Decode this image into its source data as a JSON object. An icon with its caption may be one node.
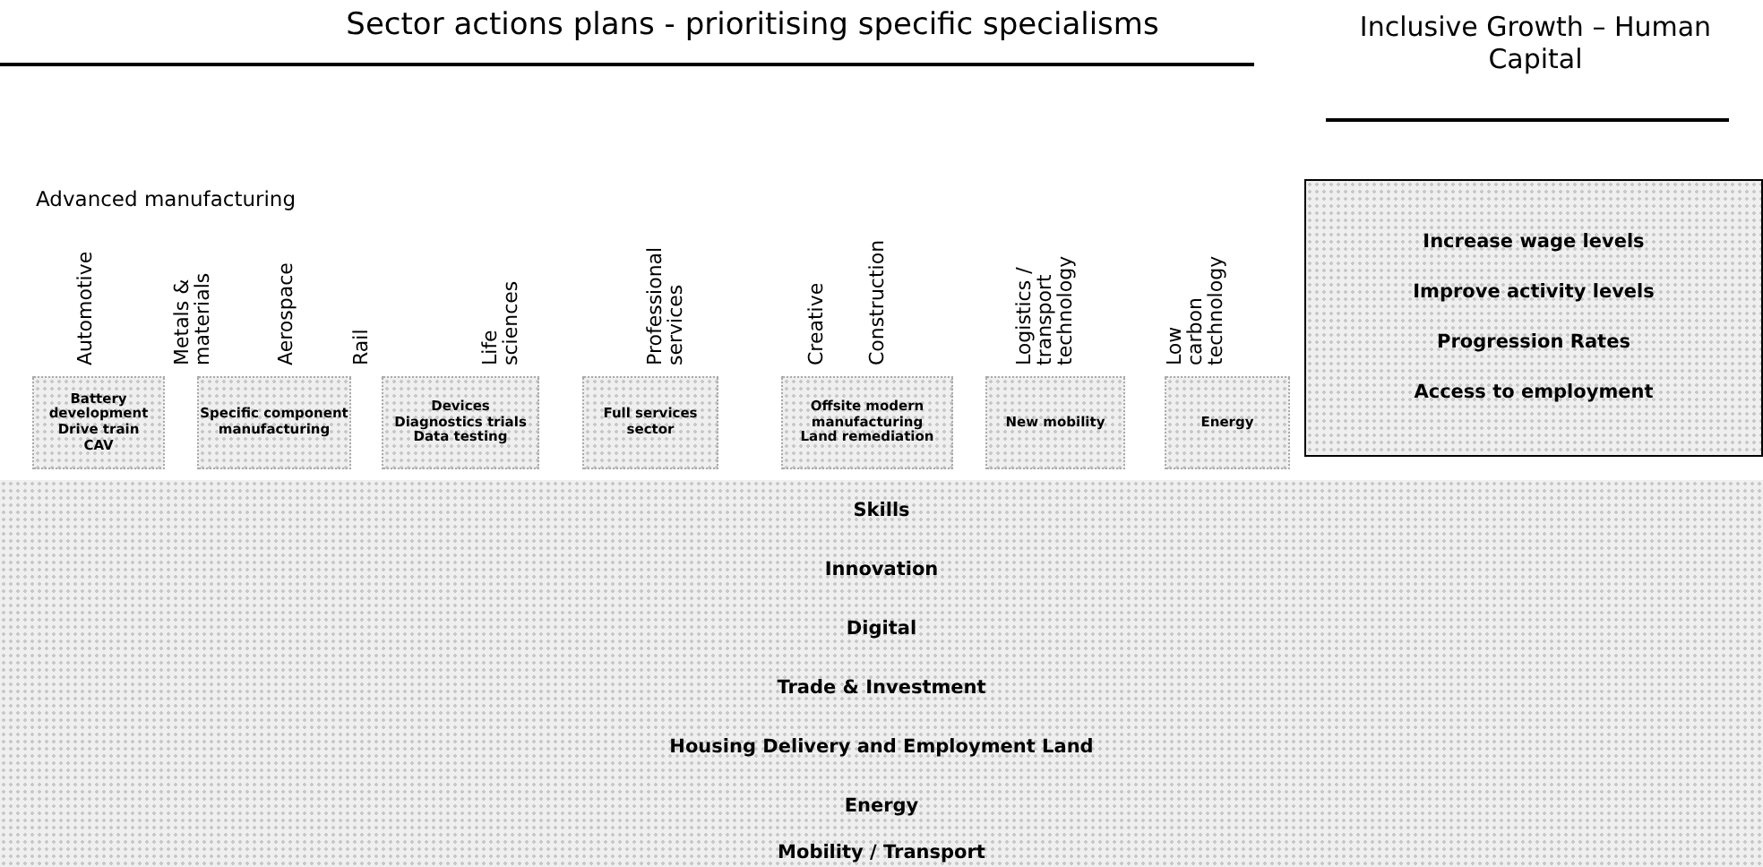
{
  "diagram": {
    "nodes": [
      {
        "text": [
          "Battery development",
          "Drive train",
          "CAV"
        ]
      },
      {
        "text": [
          "Specific component manufacturing"
        ]
      },
      {
        "text": [
          "Devices",
          "Diagnostics trials",
          "Data testing"
        ]
      },
      {
        "text": [
          "Full services sector"
        ]
      },
      {
        "text": [
          "Offsite modern manufacturing",
          "Land remediation"
        ]
      },
      {
        "text": [
          "New mobility"
        ]
      },
      {
        "text": [
          "Energy"
        ]
      },
      {
        "text": [
          "Increase wage levels",
          "Improve activity levels",
          "Progression Rates",
          "Access to employment"
        ]
      },
      {
        "text": [
          "Skills"
        ]
      },
      {
        "text": [
          "Innovation"
        ]
      },
      {
        "text": [
          "Digital"
        ]
      },
      {
        "text": [
          "Trade & Investment"
        ]
      },
      {
        "text": [
          "Housing Delivery and Employment Land"
        ]
      },
      {
        "text": [
          "Energy"
        ]
      },
      {
        "text": [
          "Mobility / Transport"
        ]
      }
    ],
    "labels": [
      "Sector actions plans  - prioritising specific specialisms",
      "Inclusive Growth – Human Capital",
      "Advanced manufacturing",
      "Automotive",
      "Metals & materials",
      "Aerospace",
      "Rail",
      "Life sciences",
      "Professional services",
      "Creative",
      "Construction",
      "Logistics / transport technology",
      "Low carbon technology"
    ]
  }
}
